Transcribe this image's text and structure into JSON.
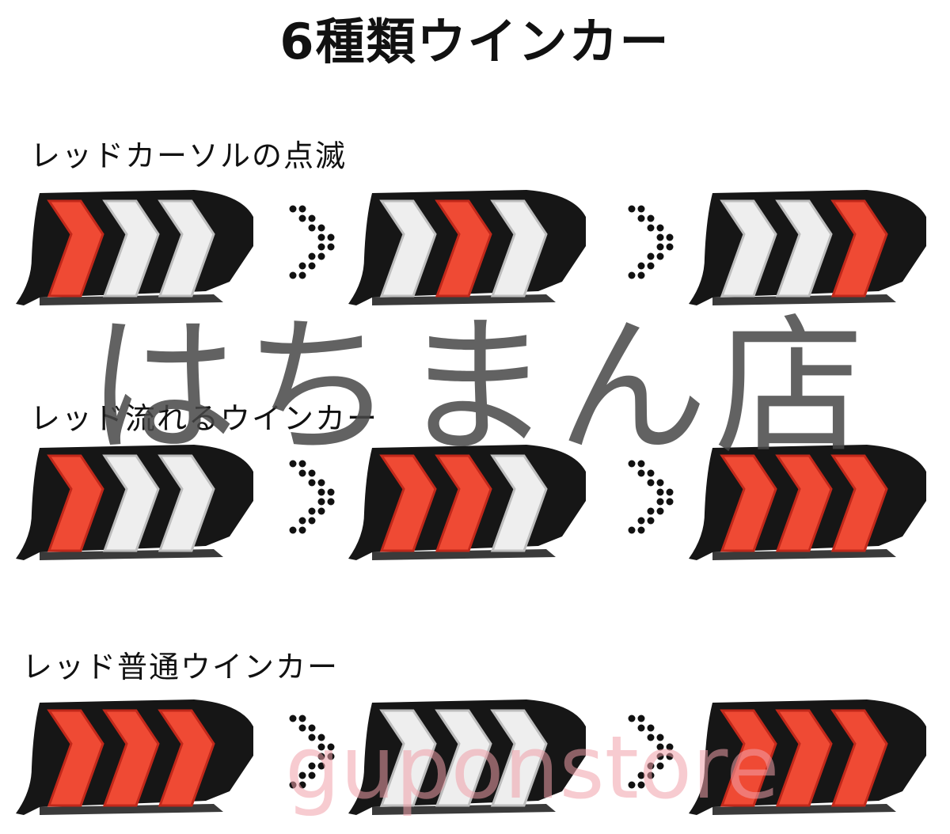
{
  "title": "6種類ウインカー",
  "watermark": "はちまん店",
  "watermark2": "guponstore",
  "colors": {
    "lit": "#ef4a34",
    "lit_amber": "#f56a2a",
    "off": "#eeeeee",
    "housing": "#161616",
    "dots": "#111111"
  },
  "sections": [
    {
      "label": "レッドカーソルの点滅",
      "frames": [
        [
          "lit",
          "off",
          "off"
        ],
        [
          "off",
          "lit",
          "off"
        ],
        [
          "off",
          "off",
          "lit"
        ]
      ]
    },
    {
      "label": "レッド流れるウインカー",
      "frames": [
        [
          "lit",
          "off",
          "off"
        ],
        [
          "lit",
          "lit",
          "off"
        ],
        [
          "lit",
          "lit",
          "lit"
        ]
      ]
    },
    {
      "label": "レッド普通ウインカー",
      "frames": [
        [
          "lit",
          "lit",
          "lit"
        ],
        [
          "off",
          "off",
          "off"
        ],
        [
          "lit",
          "lit",
          "lit"
        ]
      ]
    }
  ]
}
